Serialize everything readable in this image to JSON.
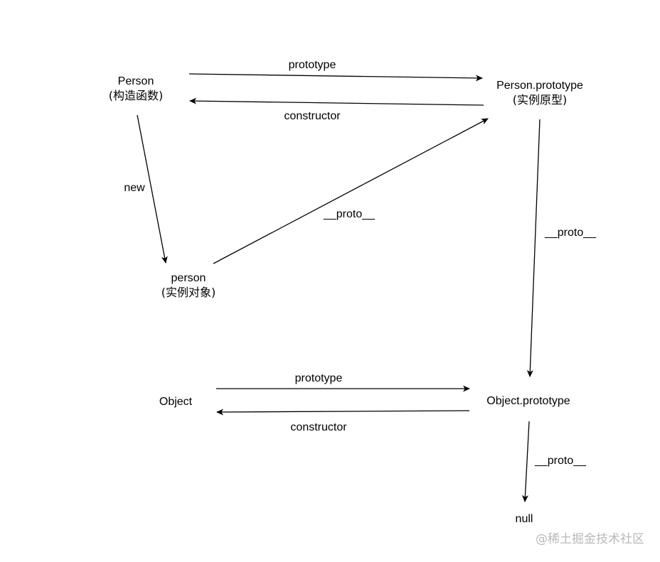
{
  "nodes": {
    "person_constructor": {
      "name": "Person",
      "note": "(构造函数)"
    },
    "person_prototype": {
      "name": "Person.prototype",
      "note": "(实例原型)"
    },
    "person_instance": {
      "name": "person",
      "note": "(实例对象)"
    },
    "object_constructor": {
      "name": "Object"
    },
    "object_prototype": {
      "name": "Object.prototype"
    },
    "null_node": {
      "name": "null"
    }
  },
  "edges": {
    "person_prototype_link": "prototype",
    "person_constructor_link": "constructor",
    "person_new": "new",
    "person_proto": "__proto__",
    "person_prototype_proto": "__proto__",
    "object_prototype_link": "prototype",
    "object_constructor_link": "constructor",
    "object_prototype_proto": "__proto__"
  },
  "watermark": "@稀土掘金技术社区"
}
